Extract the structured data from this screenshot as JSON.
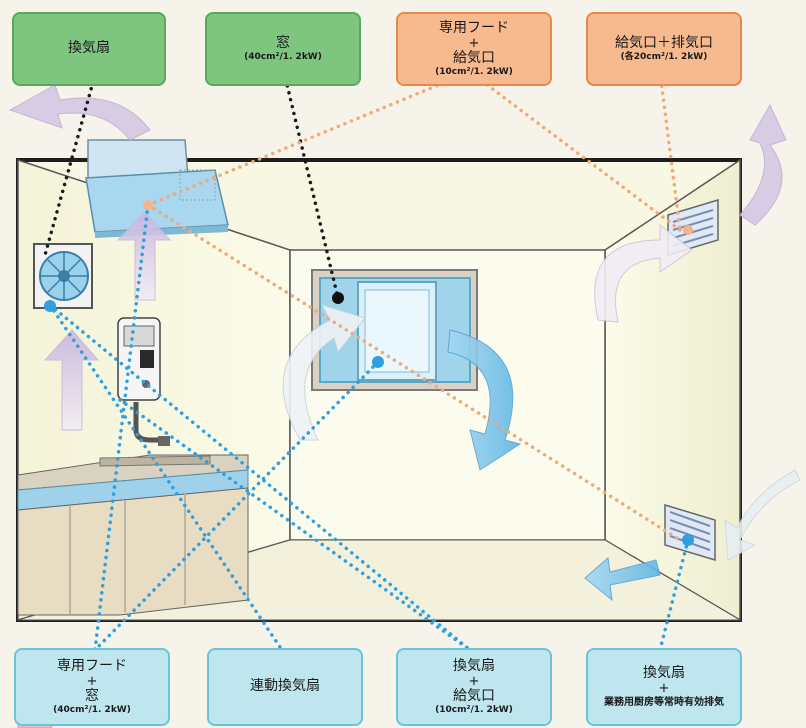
{
  "top_labels": [
    {
      "main": "換気扇"
    },
    {
      "main": "窓",
      "sub": "(40cm²/1. 2kW)"
    },
    {
      "main": "専用フード",
      "plus": "+",
      "main2": "給気口",
      "sub": "(10cm²/1. 2kW)"
    },
    {
      "main": "給気口＋排気口",
      "sub": "(各20cm²/1. 2kW)"
    }
  ],
  "bottom_labels": [
    {
      "main": "専用フード",
      "plus": "+",
      "main2": "窓",
      "sub": "(40cm²/1. 2kW)"
    },
    {
      "main": "連動換気扇"
    },
    {
      "main": "換気扇",
      "plus": "+",
      "main2": "給気口",
      "sub": "(10cm²/1. 2kW)"
    },
    {
      "main": "換気扇",
      "plus": "+",
      "main2": "業務用厨房等常時有効排気"
    }
  ],
  "colors": {
    "green": "#7ec67f",
    "orange": "#f7b98e",
    "cyan": "#bfe6ee",
    "dotted_black": "#1a1a1a",
    "dotted_orange": "#f0a97a",
    "dotted_blue": "#2f9fe0",
    "arrow_blue": "#7cc3e8",
    "arrow_lilac": "#d7c8e6"
  },
  "icons": [
    "range-hood-icon",
    "wall-fan-icon",
    "water-heater-icon",
    "faucet-icon",
    "window-icon",
    "vent-grille-icon",
    "airflow-arrow-icon"
  ]
}
